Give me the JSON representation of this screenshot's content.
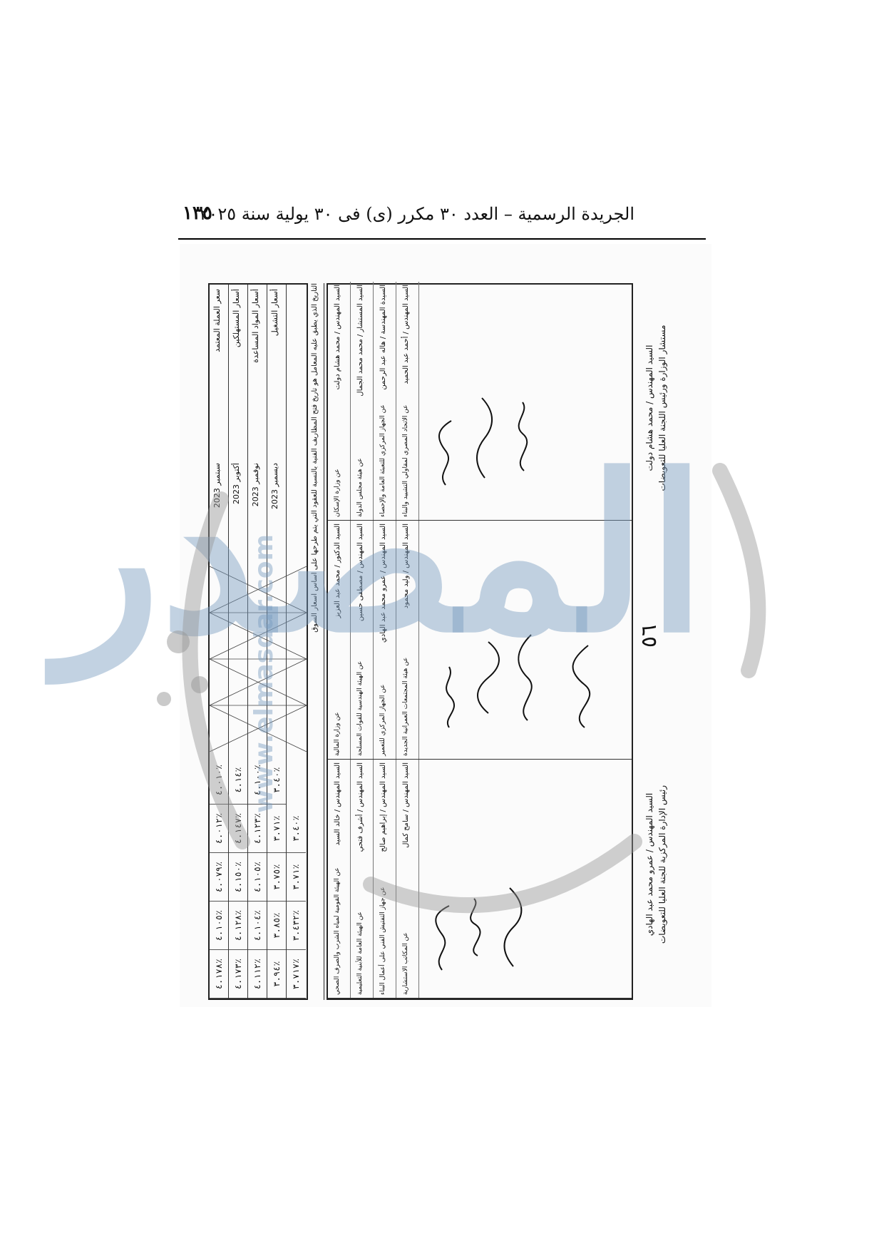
{
  "header": {
    "title": "الجريدة الرسمية – العدد ٣٠ مكرر (ى) فى ٣٠ يولية سنة ٢٠٢٥",
    "page_number": "١٣٥"
  },
  "table": {
    "rows": [
      {
        "label": "سعر العملة المعتمد",
        "date": "سبتمبر 2023",
        "values": [
          "٤.١٧٨٪",
          "٤.١٠٥٪",
          "٤.٠٧٩٪",
          "٤.٠١٢٪",
          "٤.٠١٠٪"
        ]
      },
      {
        "label": "أسعار المستهلكين",
        "date": "أكتوبر 2023",
        "values": [
          "٤.١٧٣٪",
          "٤.١٢٨٪",
          "٤.١٥٠٪",
          "٤.١٤٧٪",
          "٤.١٤٪"
        ]
      },
      {
        "label": "أسعار المواد المساعدة",
        "date": "نوفمبر 2023",
        "values": [
          "٤.١١٢٪",
          "٤.١٠٤٪",
          "٤.١٠٥٪",
          "٤.١٢٣٪",
          "٤.١٠٠٪"
        ]
      },
      {
        "label": "أسعار التشغيل",
        "date": "ديسمبر 2023",
        "values": [
          "٣.٩٤٪",
          "٣.٨٥٪",
          "٣.٧٥٪",
          "٣.٧١٪",
          "٣.٤٠٪"
        ]
      }
    ],
    "extra_values": [
      "٣.٧١٧٪",
      "٣.٤٣٢٪",
      "٣.٧١٪",
      "٣.٤٠٪"
    ]
  },
  "note": "التاريخ الذي يطبق عليه المعامل هو تاريخ فتح المظاريف الفنية بالنسبة للعقود التي يتم طرحها على أساس أسعار السوق",
  "signatories": [
    {
      "name": "السيد المهندس / محمد هشام دولت",
      "org": "عن وزارة الإسكان"
    },
    {
      "name": "السيد المستشار / محمد محمد الجمال",
      "org": "عن هيئة مجلس الدولة"
    },
    {
      "name": "السيدة المهندسة / هاله عبد الرحمن",
      "org": "عن الجهاز المركزي للتعبئة العامة والإحصاء"
    },
    {
      "name": "السيد المهندس / أحمد عبد الحميد",
      "org": "عن الاتحاد المصري لمقاولي التشييد والبناء"
    },
    {
      "name": "السيد الدكتور / محمد عبد العزيز",
      "org": "عن وزارة المالية"
    },
    {
      "name": "السيد المهندس / مصطفى حسين",
      "org": "عن الهيئة الهندسية للقوات المسلحة"
    },
    {
      "name": "السيد المهندس / عمرو محمد عبد الهادي",
      "org": "عن الجهاز المركزي للتعمير"
    },
    {
      "name": "السيد المهندس / وليد محمود",
      "org": "عن هيئة المجتمعات العمرانية الجديدة"
    },
    {
      "name": "السيد المهندس / خالد السيد",
      "org": "عن الهيئة القومية لمياه الشرب والصرف الصحي"
    },
    {
      "name": "السيد المهندس / أشرف فتحي",
      "org": "عن الهيئة العامة للأبنية التعليمية"
    },
    {
      "name": "السيد المهندس / إبراهيم صالح",
      "org": "عن جهاز التفتيش الفني على أعمال البناء"
    },
    {
      "name": "السيد المهندس / سامح كمال",
      "org": "عن المكاتب الاستشارية"
    }
  ],
  "footer": {
    "left": "السيد المهندس / عمرو محمد عبد الهادي\nرئيس الإدارة المركزية للجنة العليا للتعويضات",
    "right": "السيد المهندس / محمد هشام دولت\nمستشار الوزارة ورئيس اللجنة العليا للتعويضات",
    "stamp": "٥٦"
  },
  "watermark": {
    "text": "المصدر",
    "url": "www.elmasdar.com"
  }
}
